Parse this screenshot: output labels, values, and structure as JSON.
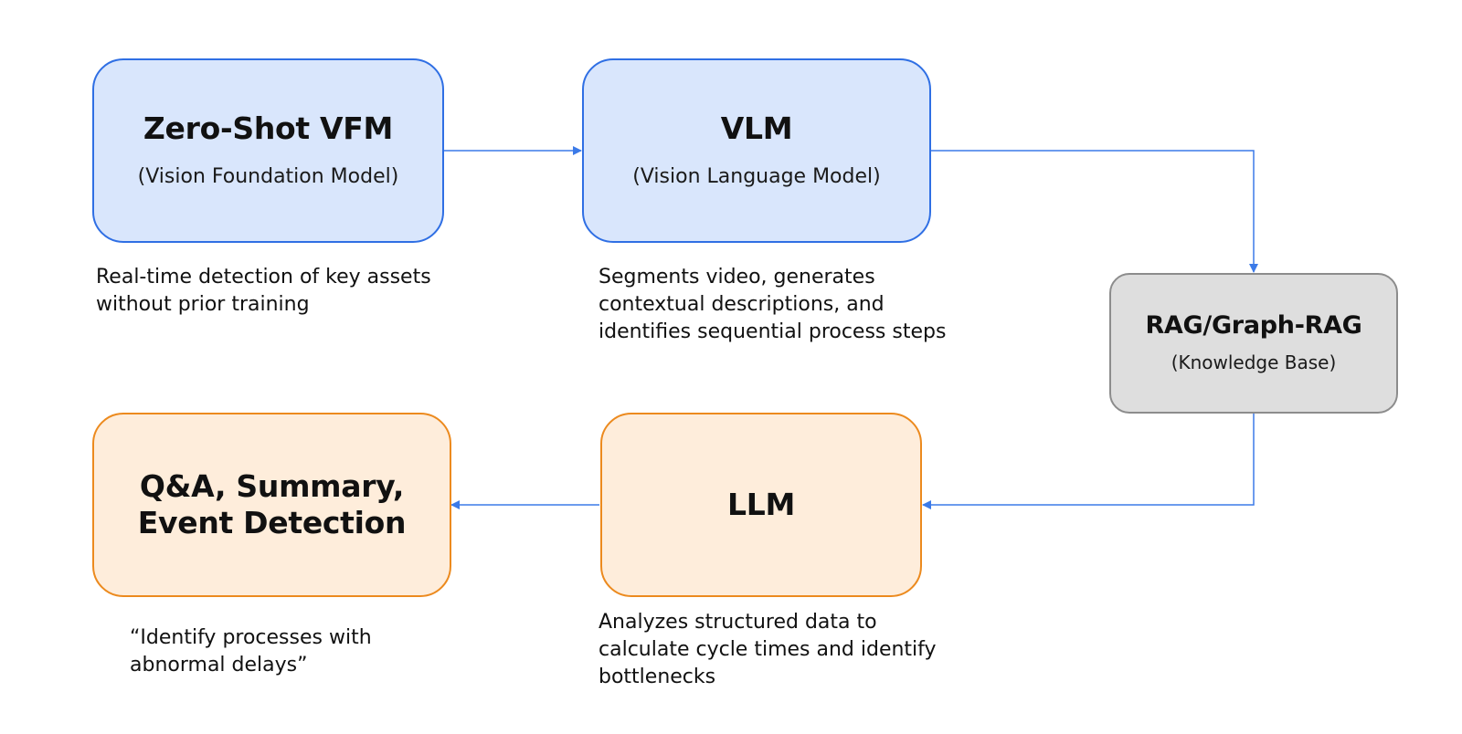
{
  "nodes": {
    "vfm": {
      "title": "Zero-Shot VFM",
      "subtitle": "(Vision Foundation Model)"
    },
    "vlm": {
      "title": "VLM",
      "subtitle": "(Vision Language Model)"
    },
    "rag": {
      "title": "RAG/Graph-RAG",
      "subtitle": "(Knowledge Base)"
    },
    "llm": {
      "title": "LLM"
    },
    "qa": {
      "title": "Q&A, Summary,\nEvent Detection"
    }
  },
  "descriptions": {
    "vfm": "Real-time detection of key assets\nwithout prior training",
    "vlm": "Segments video, generates\ncontextual descriptions, and\nidentifies sequential process steps",
    "llm": "Analyzes structured data to\ncalculate cycle times and identify\nbottlenecks",
    "qa": "“Identify processes with\nabnormal delays”"
  },
  "colors": {
    "arrow": "#3b7ae8",
    "blue_fill": "#d9e6fc",
    "blue_border": "#2f6fe4",
    "orange_fill": "#feeddb",
    "orange_border": "#ec8a1e",
    "gray_fill": "#dedede",
    "gray_border": "#8c8c8c"
  }
}
